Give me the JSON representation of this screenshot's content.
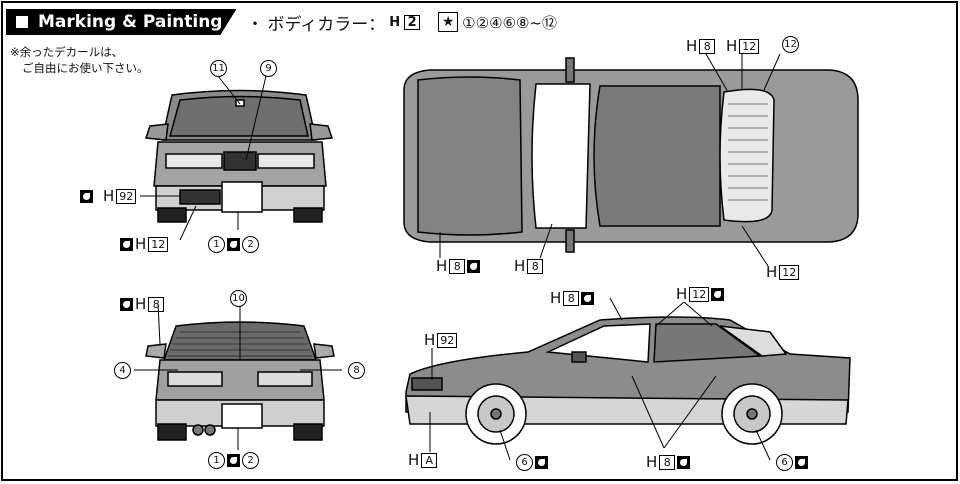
{
  "header": {
    "title": "Marking & Painting",
    "bullet": "・",
    "body_color_label": "ボディカラー：",
    "body_color_prefix": "H",
    "body_color_code": "2",
    "marked_parts": "①②④⑥⑧~⑫"
  },
  "note": {
    "line1": "※余ったデカールは、",
    "line2": "ご自由にお使い下さい。"
  },
  "front_view": {
    "callout_top_left": "11",
    "callout_top_right": "9",
    "paint_grille_prefix": "H",
    "paint_grille_code": "92",
    "paint_lower_prefix": "H",
    "paint_lower_code": "12",
    "plate_left": "1",
    "plate_right": "2"
  },
  "top_view": {
    "paint_a_prefix": "H",
    "paint_a_code": "8",
    "paint_b_prefix": "H",
    "paint_b_code": "12",
    "callout_rear": "12",
    "paint_c_prefix": "H",
    "paint_c_code": "8",
    "paint_d_prefix": "H",
    "paint_d_code": "8",
    "paint_e_prefix": "H",
    "paint_e_code": "12"
  },
  "rear_view": {
    "paint_mirror_prefix": "H",
    "paint_mirror_code": "8",
    "callout_top": "10",
    "callout_left": "4",
    "callout_right": "8",
    "plate_left": "1",
    "plate_right": "2"
  },
  "side_view": {
    "paint_roof_prefix": "H",
    "paint_roof_code": "8",
    "paint_pillar_prefix": "H",
    "paint_pillar_code": "12",
    "paint_light_prefix": "H",
    "paint_light_code": "92",
    "paint_bumper_prefix": "H",
    "paint_bumper_code": "A",
    "wheel_front": "6",
    "wheel_rear": "6",
    "paint_handle_prefix": "H",
    "paint_handle_code": "8"
  }
}
